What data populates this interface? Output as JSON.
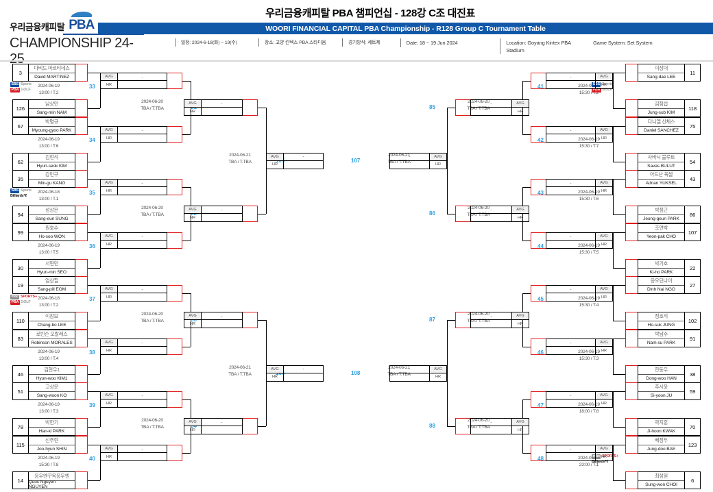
{
  "header": {
    "logo_kr": "우리금융캐피탈",
    "logo_pba": "PBA",
    "logo_sub": "CHAMPIONSHIP 24-25",
    "title_kr": "우리금융캐피탈 PBA 챔피언십 - 128강 C조 대진표",
    "title_en": "WOORI FINANCIAL CAPITAL PBA Championship - R128 Group C Tournament Table",
    "meta": [
      "일정: 2024-6-18(화) ~ 19(수)",
      "장소: 고양 킨텍스 PBA 스타디움",
      "경기방식: 세트제",
      "Date: 18 ~ 19 Jun 2024",
      "Location: Goyang Kintex PBA Stadium",
      "Game System: Set System"
    ]
  },
  "labels": {
    "avg": "AVG",
    "hr": "HR",
    "dash": "-",
    "tba": "TBA / T.TBA"
  },
  "broadcasters": {
    "sbs_pba": [
      {
        "tag": "SBS",
        "tag_color": "blue",
        "text": "Sports",
        "text_color": "gray"
      },
      {
        "tag": "PBA",
        "tag_color": "red",
        "text": "GOLF",
        "text_color": "gray"
      }
    ],
    "sbs_billiards": [
      {
        "tag": "SBS",
        "tag_color": "blue",
        "text": "Sports",
        "text_color": "gray"
      },
      {
        "tag": "",
        "tag_color": "",
        "text": "Billiardsᵀℓ",
        "text_color": "dark"
      }
    ],
    "mbc_pba": [
      {
        "tag": "mbc",
        "tag_color": "gray",
        "text": "SPORTS+",
        "text_color": "red"
      },
      {
        "tag": "PBA",
        "tag_color": "red",
        "text": "GOLF",
        "text_color": "gray"
      }
    ],
    "mbc_billiards": [
      {
        "tag": "mbc",
        "tag_color": "gray",
        "text": "SPORTS+",
        "text_color": "red"
      },
      {
        "tag": "",
        "tag_color": "",
        "text": "Billiardsᵀℓ",
        "text_color": "dark"
      }
    ]
  },
  "left": {
    "r128": [
      {
        "no": "33",
        "date": "2024-06-19",
        "time": "13:00 / T.2",
        "bcast": "sbs_pba",
        "p1": {
          "seed": "3",
          "kr": "다비드 마르티네스",
          "en": "David MARTINEZ"
        },
        "p2": {
          "seed": "126",
          "kr": "남상민",
          "en": "Sang-min NAM"
        }
      },
      {
        "no": "34",
        "date": "2024-06-19",
        "time": "13:00 / T.6",
        "bcast": "",
        "p1": {
          "seed": "67",
          "kr": "박명규",
          "en": "Myoung-gyoo PARK"
        },
        "p2": {
          "seed": "62",
          "kr": "김현석",
          "en": "Hyun-seok KIM"
        }
      },
      {
        "no": "35",
        "date": "2024-06-18",
        "time": "13:00 / T.1",
        "bcast": "sbs_billiards",
        "p1": {
          "seed": "35",
          "kr": "강민구",
          "en": "Min-gu KANG"
        },
        "p2": {
          "seed": "94",
          "kr": "성상은",
          "en": "Sang-eun SUNG"
        }
      },
      {
        "no": "36",
        "date": "2024-06-19",
        "time": "13:00 / T.5",
        "bcast": "",
        "p1": {
          "seed": "99",
          "kr": "원호수",
          "en": "Ho-soo WON"
        },
        "p2": {
          "seed": "30",
          "kr": "서현민",
          "en": "Hyun-min SEO"
        }
      },
      {
        "no": "37",
        "date": "2024-06-18",
        "time": "13:00 / T.2",
        "bcast": "mbc_pba",
        "p1": {
          "seed": "19",
          "kr": "엄상필",
          "en": "Sang-pill EOM"
        },
        "p2": {
          "seed": "110",
          "kr": "이창보",
          "en": "Chang-bo LEE"
        }
      },
      {
        "no": "38",
        "date": "2024-06-19",
        "time": "13:00 / T.4",
        "bcast": "",
        "p1": {
          "seed": "83",
          "kr": "로빈슨 모랄레스",
          "en": "Robinson MORALES"
        },
        "p2": {
          "seed": "46",
          "kr": "김현우1",
          "en": "Hyun-woo KIM1"
        }
      },
      {
        "no": "39",
        "date": "2024-06-19",
        "time": "13:00 / T.3",
        "bcast": "",
        "p1": {
          "seed": "51",
          "kr": "고상운",
          "en": "Sang-woon KO"
        },
        "p2": {
          "seed": "78",
          "kr": "박한기",
          "en": "Han-ki PARK"
        }
      },
      {
        "no": "40",
        "date": "2024-06-19",
        "time": "15:30 / T.8",
        "bcast": "",
        "p1": {
          "seed": "115",
          "kr": "신주현",
          "en": "Joo-hyun SHIN"
        },
        "p2": {
          "seed": "14",
          "kr": "응우옌꾸옥응우옌",
          "en": "Quoc Nguyen NGUYEN"
        }
      }
    ],
    "r64": [
      {
        "no": "81",
        "date": "2024-06-20",
        "time": "TBA / T.TBA"
      },
      {
        "no": "82",
        "date": "2024-06-20",
        "time": "TBA / T.TBA"
      },
      {
        "no": "83",
        "date": "2024-06-20",
        "time": "TBA / T.TBA"
      },
      {
        "no": "84",
        "date": "2024-06-20",
        "time": "TBA / T.TBA"
      }
    ],
    "r32": [
      {
        "no": "105",
        "date": "2024-06-21",
        "time": "TBA / T.TBA"
      },
      {
        "no": "106",
        "date": "2024-06-21",
        "time": "TBA / T.TBA"
      }
    ]
  },
  "right": {
    "r128": [
      {
        "no": "41",
        "date": "2024-06-19",
        "time": "15:30 / T.2",
        "bcast": "sbs_pba",
        "p1": {
          "seed": "11",
          "kr": "이상대",
          "en": "Sang-dae LEE"
        },
        "p2": {
          "seed": "118",
          "kr": "김정섭",
          "en": "Jung-sub KIM"
        }
      },
      {
        "no": "42",
        "date": "2024-06-19",
        "time": "15:30 / T.7",
        "bcast": "",
        "p1": {
          "seed": "75",
          "kr": "다니엘 산체스",
          "en": "Daniel SANCHEZ"
        },
        "p2": {
          "seed": "54",
          "kr": "사바시 불루트",
          "en": "Savas BULUT"
        }
      },
      {
        "no": "43",
        "date": "2024-06-19",
        "time": "15:30 / T.6",
        "bcast": "",
        "p1": {
          "seed": "43",
          "kr": "아드난 육셀",
          "en": "Adnan YUKSEL"
        },
        "p2": {
          "seed": "86",
          "kr": "박정근",
          "en": "Jeong-geun PARK"
        }
      },
      {
        "no": "44",
        "date": "2024-06-19",
        "time": "15:30 / T.5",
        "bcast": "",
        "p1": {
          "seed": "107",
          "kr": "조연박",
          "en": "Yeon-pak CHO"
        },
        "p2": {
          "seed": "22",
          "kr": "박기호",
          "en": "Ki-ho PARK"
        }
      },
      {
        "no": "45",
        "date": "2024-06-19",
        "time": "15:30 / T.4",
        "bcast": "",
        "p1": {
          "seed": "27",
          "kr": "응오딘나이",
          "en": "Dinh Nai NGO"
        },
        "p2": {
          "seed": "102",
          "kr": "정호석",
          "en": "Ho-suk JUNG"
        }
      },
      {
        "no": "46",
        "date": "2024-06-19",
        "time": "15:30 / T.3",
        "bcast": "",
        "p1": {
          "seed": "91",
          "kr": "박남수",
          "en": "Nam-su PARK"
        },
        "p2": {
          "seed": "38",
          "kr": "한동우",
          "en": "Dong-woo HAN"
        }
      },
      {
        "no": "47",
        "date": "2024-06-19",
        "time": "18:00 / T.8",
        "bcast": "",
        "p1": {
          "seed": "59",
          "kr": "주시윤",
          "en": "Si-yoon JU"
        },
        "p2": {
          "seed": "70",
          "kr": "곽지훈",
          "en": "Ji-hoon KWAK"
        }
      },
      {
        "no": "48",
        "date": "2024-06-19",
        "time": "23:00 / T.1",
        "bcast": "mbc_billiards",
        "p1": {
          "seed": "123",
          "kr": "배정두",
          "en": "Jung-doo BAE"
        },
        "p2": {
          "seed": "6",
          "kr": "최성원",
          "en": "Sung-won CHOI"
        }
      }
    ],
    "r64": [
      {
        "no": "85",
        "date": "2024-06-20",
        "time": "TBA / T.TBA"
      },
      {
        "no": "86",
        "date": "2024-06-20",
        "time": "TBA / T.TBA"
      },
      {
        "no": "87",
        "date": "2024-06-20",
        "time": "TBA / T.TBA"
      },
      {
        "no": "88",
        "date": "2024-06-20",
        "time": "TBA / T.TBA"
      }
    ],
    "r32": [
      {
        "no": "107",
        "date": "2024-06-21",
        "time": "TBA / T.TBA"
      },
      {
        "no": "108",
        "date": "2024-06-21",
        "time": "TBA / T.TBA"
      }
    ]
  }
}
